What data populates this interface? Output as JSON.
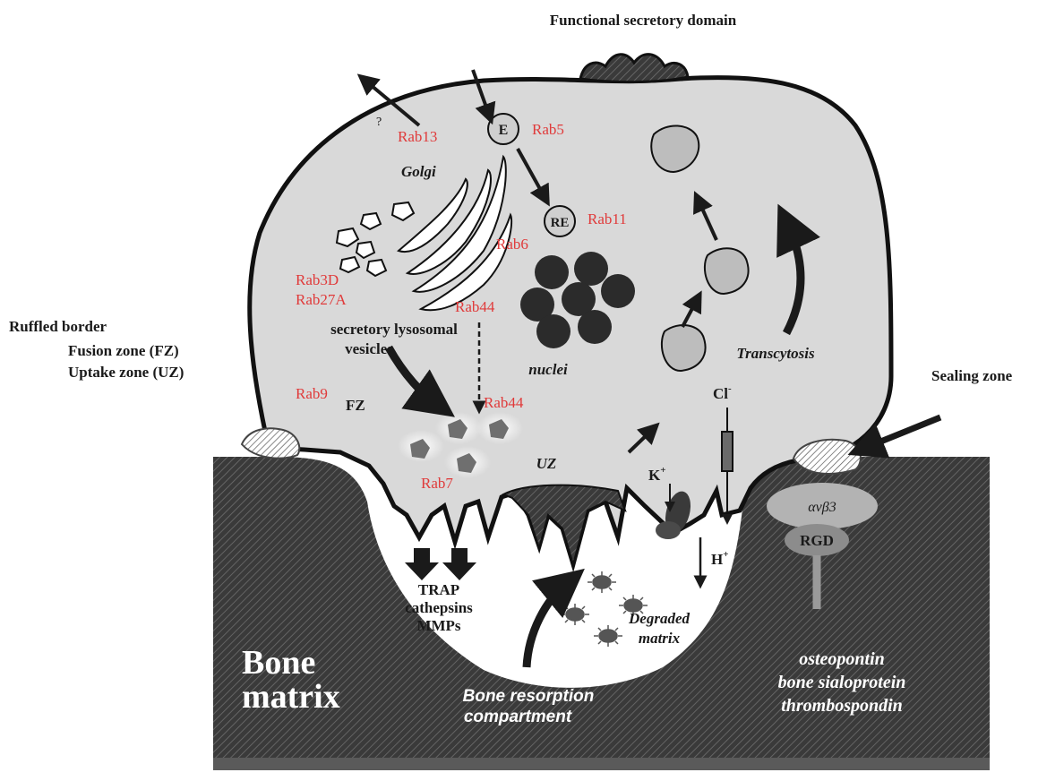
{
  "headings": {
    "functional_secretory_domain": "Functional secretory domain",
    "ruffled_border": "Ruffled border",
    "fusion_zone": "Fusion zone (FZ)",
    "uptake_zone": "Uptake zone (UZ)",
    "sealing_zone": "Sealing zone"
  },
  "organelles": {
    "golgi": "Golgi",
    "nuclei": "nuclei",
    "endosome": "E",
    "recycling_endosome": "RE",
    "question": "?",
    "secretory_vesicles_line1": "secretory lysosomal",
    "secretory_vesicles_line2": "vesicles",
    "transcytosis": "Transcytosis",
    "fz": "FZ",
    "uz": "UZ"
  },
  "rabs": {
    "rab13": "Rab13",
    "rab5": "Rab5",
    "rab11": "Rab11",
    "rab6": "Rab6",
    "rab3d": "Rab3D",
    "rab27a": "Rab27A",
    "rab44_upper": "Rab44",
    "rab44_lower": "Rab44",
    "rab9": "Rab9",
    "rab7": "Rab7"
  },
  "ions": {
    "cl": "Cl",
    "cl_sup": "-",
    "k": "K",
    "k_sup": "+",
    "h": "H",
    "h_sup": "+"
  },
  "secreted": {
    "trap": "TRAP",
    "cathepsins": "cathepsins",
    "mmps": "MMPs"
  },
  "matrix": {
    "degraded_line1": "Degraded",
    "degraded_line2": "matrix",
    "bone_line1": "Bone",
    "bone_line2": "matrix",
    "resorption_line1": "Bone resorption",
    "resorption_line2": "compartment",
    "integrin": "αvβ3",
    "rgd": "RGD",
    "osteopontin": "osteopontin",
    "bone_sialoprotein": "bone sialoprotein",
    "thrombospondin": "thrombospondin"
  },
  "colors": {
    "rab_label": "#e03a3a",
    "cell_fill": "#d9d9d9",
    "bone_fill": "#3a3a3a",
    "nucleus_fill": "#2b2b2b",
    "ink": "#1a1a1a"
  }
}
